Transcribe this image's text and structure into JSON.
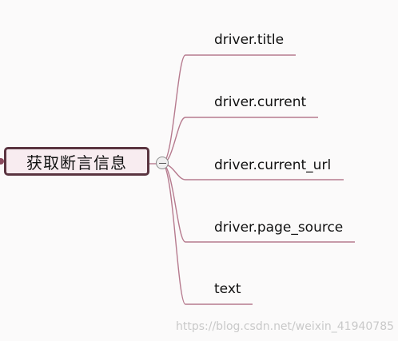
{
  "root": {
    "label": "获取断言信息"
  },
  "branches": [
    {
      "label": "driver.title"
    },
    {
      "label": "driver.current"
    },
    {
      "label": "driver.current_url"
    },
    {
      "label": "driver.page_source"
    },
    {
      "label": "text"
    }
  ],
  "colors": {
    "connector": "#b67a8e",
    "root_border": "#5a3440",
    "root_fill": "#f8ecf0"
  },
  "icons": {
    "collapse": "minus-circle-icon"
  },
  "watermark": "https://blog.csdn.net/weixin_41940785"
}
